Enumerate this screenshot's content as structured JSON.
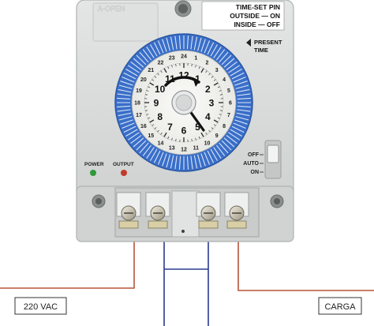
{
  "brand": "A-OPEN",
  "pin_panel": {
    "line1": "TIME-SET PIN",
    "line2": "OUTSIDE — ON",
    "line3": "INSIDE — OFF"
  },
  "present_time": {
    "line1": "PRESENT",
    "line2": "TIME"
  },
  "indicators": {
    "power": "POWER",
    "output": "OUTPUT"
  },
  "mode_switch": {
    "off": "OFF",
    "auto": "AUTO",
    "on": "ON"
  },
  "hour_numbers": [
    "12",
    "1",
    "2",
    "3",
    "4",
    "5",
    "6",
    "7",
    "8",
    "9",
    "10",
    "11"
  ],
  "outer_ring_numbers": [
    "24",
    "1",
    "2",
    "3",
    "4",
    "5",
    "6",
    "7",
    "8",
    "9",
    "10",
    "11",
    "12",
    "13",
    "14",
    "15",
    "16",
    "17",
    "18",
    "19",
    "20",
    "21",
    "22",
    "23"
  ],
  "labels": {
    "supply": "220 VAC",
    "load": "CARGA"
  },
  "colors": {
    "housing": "#d7d9d8",
    "dial_ring": "#3a6fc9",
    "dial_face": "#f1f1ee",
    "wire_red": "#b8543a",
    "wire_blue": "#2a3b8f",
    "power_led": "#2f9a3a",
    "output_led": "#c23b2b"
  }
}
